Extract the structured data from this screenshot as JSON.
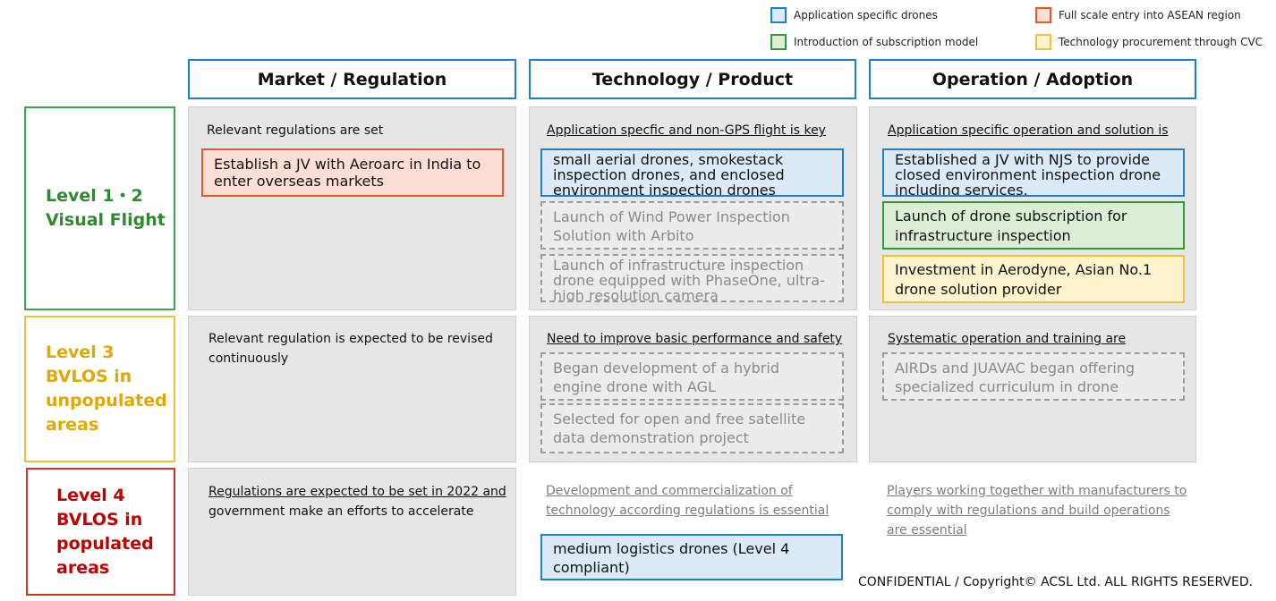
{
  "legend": [
    {
      "label": "Application specific drones",
      "color": "#1f7fc9"
    },
    {
      "label": "Full scale entry into ASEAN region",
      "color": "#e05a2b"
    },
    {
      "label": "Introduction of subscription model",
      "color": "#2e9a3a"
    },
    {
      "label": "Technology procurement through CVC",
      "color": "#f0c23b"
    }
  ],
  "columns": [
    "Market / Regulation",
    "Technology / Product",
    "Operation / Adoption"
  ],
  "rows": [
    {
      "label_line1": "Level 1・2",
      "label_line2": "Visual Flight",
      "color": "#2f8a2f"
    },
    {
      "label_lines": [
        "Level 3",
        "BVLOS in",
        "unpopulated",
        "areas"
      ],
      "color": "#e0a800"
    },
    {
      "label_lines": [
        "Level 4",
        "BVLOS in",
        "populated",
        "areas"
      ],
      "color": "#c00000"
    }
  ],
  "cells": {
    "r1_market": {
      "heading": "Relevant regulations are set",
      "boxes": [
        "Establish a JV with Aeroarc in India to enter overseas markets"
      ]
    },
    "r1_tech": {
      "heading": "Application specfic and non-GPS flight is key",
      "boxes": [
        "small aerial drones, smokestack inspection drones, and enclosed environment inspection drones",
        "Launch of Wind Power Inspection Solution with Arbito",
        "Launch of infrastructure inspection drone equipped with PhaseOne, ultra-high resolution camera"
      ]
    },
    "r1_ops": {
      "heading": "Application specific operation and solution is",
      "boxes": [
        "Established a JV with NJS to provide closed environment inspection drone including services.",
        "Launch of drone subscription for infrastructure inspection",
        "Investment in Aerodyne, Asian No.1 drone solution provider"
      ]
    },
    "r2_market": {
      "heading_line1": "Relevant regulation is expected to be revised",
      "heading_line2": "continuously"
    },
    "r2_tech": {
      "heading": "Need to improve basic performance and safety",
      "boxes": [
        "Began development of a hybrid engine drone with AGL",
        "Selected for open and free satellite data demonstration project"
      ]
    },
    "r2_ops": {
      "heading": "Systematic operation and training are",
      "boxes": [
        "AIRDs and JUAVAC began offering specialized curriculum in drone delivery"
      ]
    },
    "r3_market": {
      "heading_line1": "Regulations are expected to be set in 2022 and",
      "heading_line2": "government make an efforts to accelerate"
    },
    "r3_tech": {
      "heading_line1": "Development and commercialization of",
      "heading_line2": "technology according regulations is essential",
      "boxes": [
        "medium logistics drones (Level 4 compliant)"
      ]
    },
    "r3_ops": {
      "heading_line1": "Players working together with manufacturers to",
      "heading_line2": "comply with regulations and build operations",
      "heading_line3": "are essential"
    }
  },
  "footer": "CONFIDENTIAL /  Copyright© ACSL Ltd. ALL RIGHTS RESERVED."
}
